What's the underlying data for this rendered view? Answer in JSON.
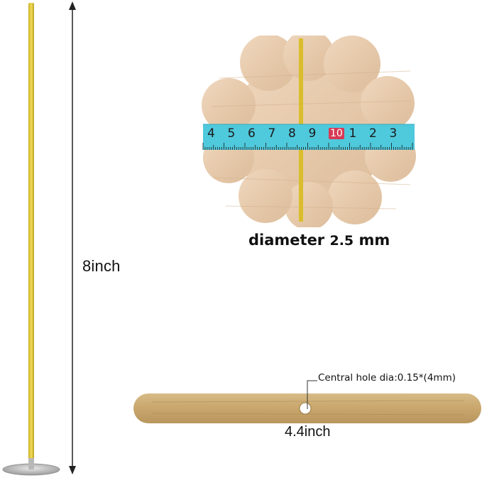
{
  "labels": {
    "length": "8inch",
    "diameter_prefix": "diameter ",
    "diameter_value": "2.5",
    "diameter_unit": " mm",
    "hole": "Central hole dia:0.15*(4mm)",
    "width": "4.4inch"
  },
  "tape_numbers": [
    "4",
    "5",
    "6",
    "7",
    "8",
    "9",
    "10",
    "1",
    "2",
    "3"
  ],
  "colors": {
    "wick": "#e6cf45",
    "wood": "#e8cfb3",
    "holder": "#c6a56c",
    "tape": "#4fc9dc",
    "tape_highlight": "#d83a55",
    "dim_line": "#222222"
  }
}
